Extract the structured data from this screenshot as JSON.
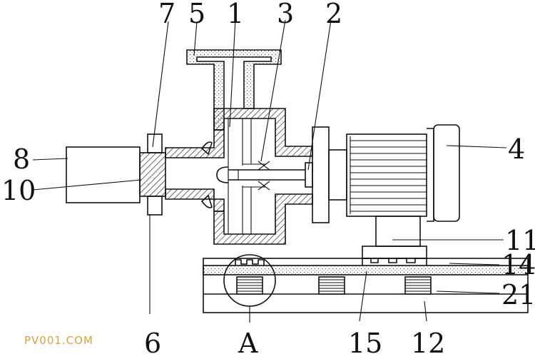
{
  "labels": {
    "l1": "1",
    "l2": "2",
    "l3": "3",
    "l4": "4",
    "l5": "5",
    "l6": "6",
    "l7": "7",
    "l8": "8",
    "l10": "10",
    "l11": "11",
    "l12": "12",
    "l14": "14",
    "l15": "15",
    "l21": "21",
    "lA": "A"
  },
  "watermark": "PV001.COM"
}
